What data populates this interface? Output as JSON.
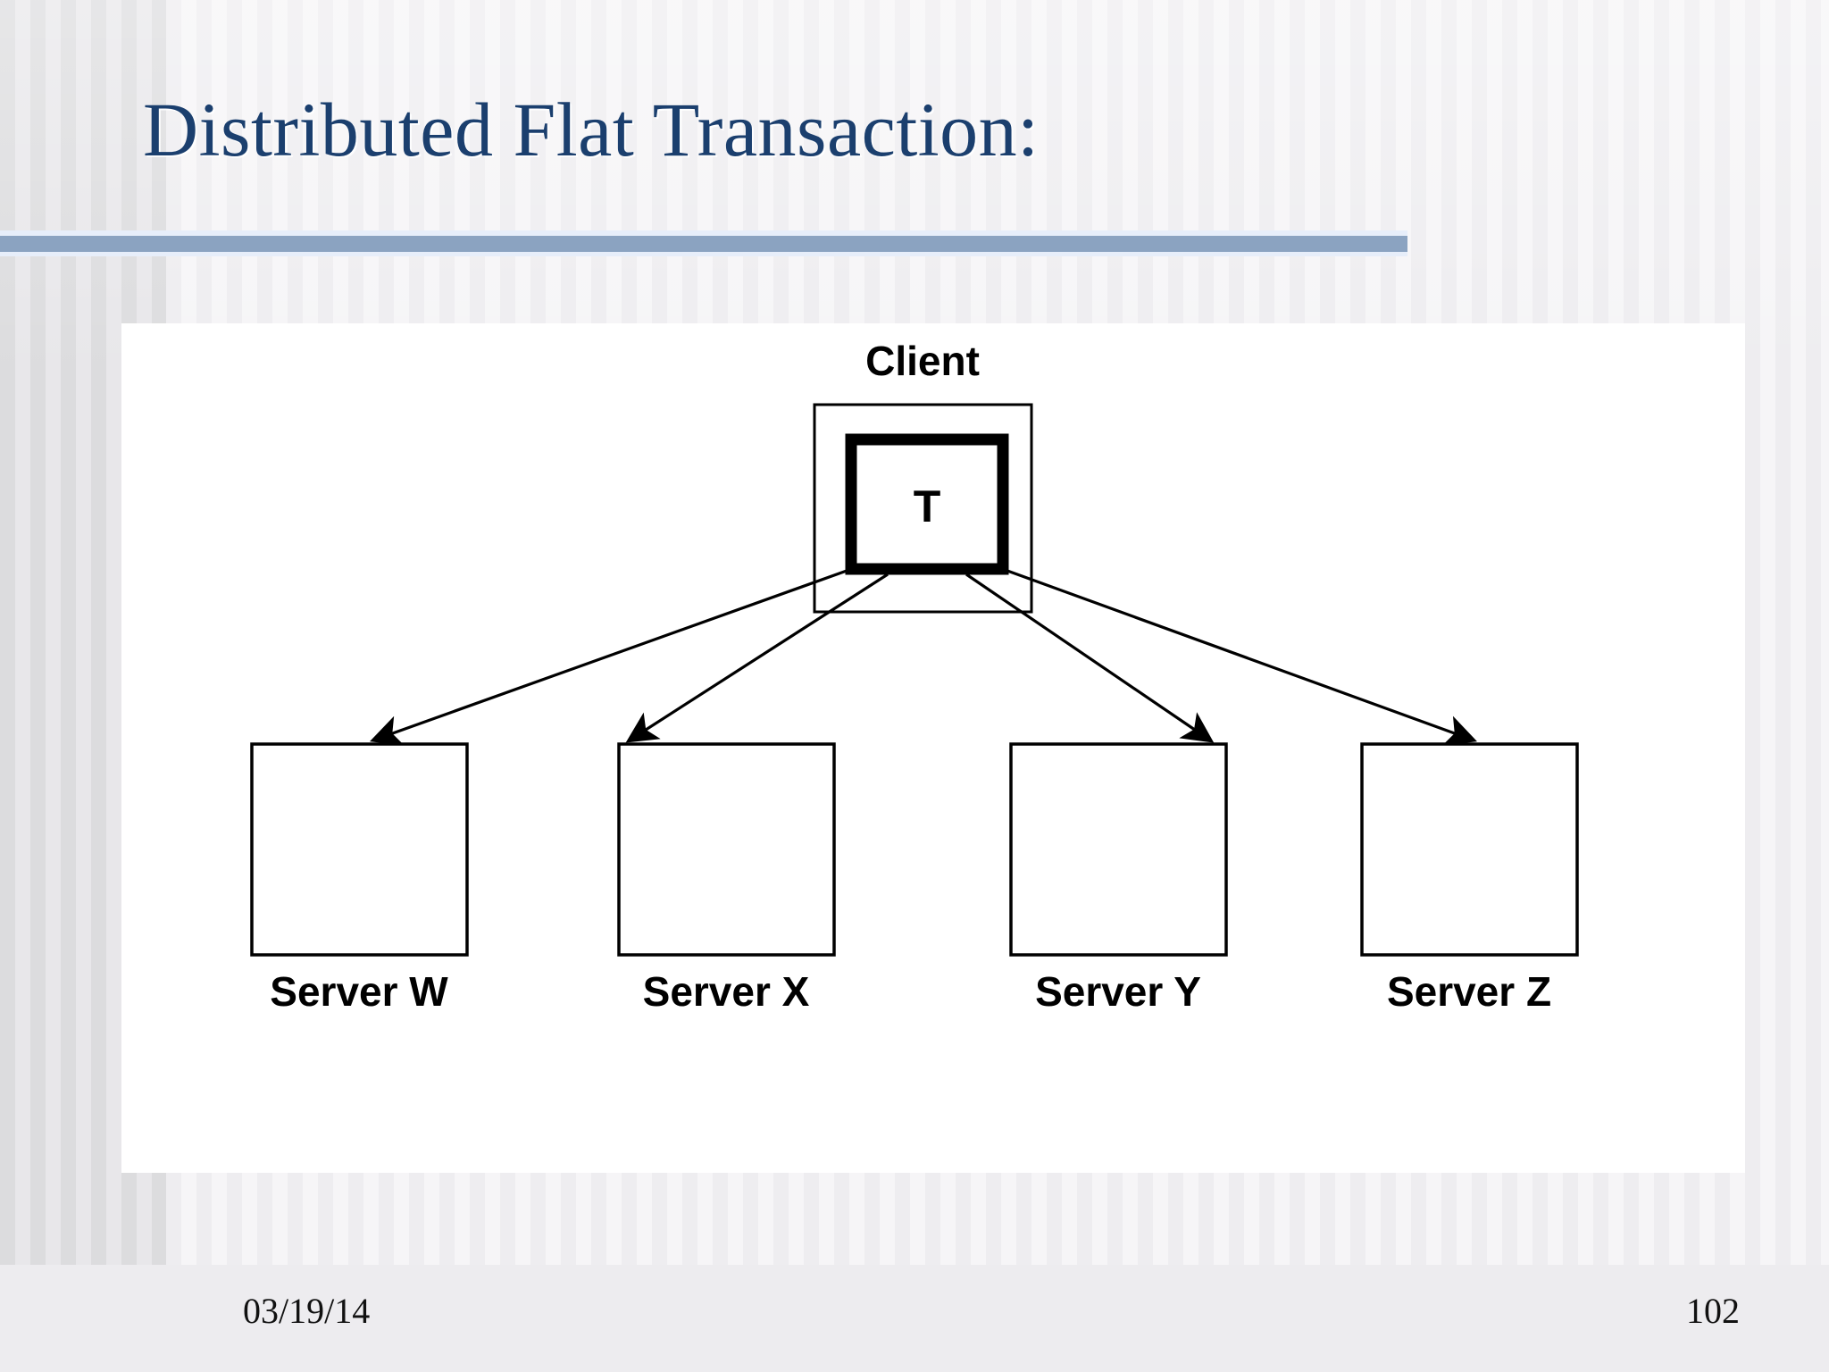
{
  "slide": {
    "title": "Distributed Flat Transaction:",
    "title_color": "#1b3f6e",
    "divider_color": "#8ba3c1",
    "background_color": "#f2f1f3",
    "panel_color": "#ffffff"
  },
  "footer": {
    "date": "03/19/14",
    "page_number": "102"
  },
  "diagram": {
    "client": {
      "caption": "Client",
      "transaction_label": "T"
    },
    "servers": [
      {
        "label": "Server W"
      },
      {
        "label": "Server X"
      },
      {
        "label": "Server Y"
      },
      {
        "label": "Server Z"
      }
    ],
    "arrow_count": 4,
    "arrow_color": "#000000",
    "box_stroke_color": "#000000"
  }
}
